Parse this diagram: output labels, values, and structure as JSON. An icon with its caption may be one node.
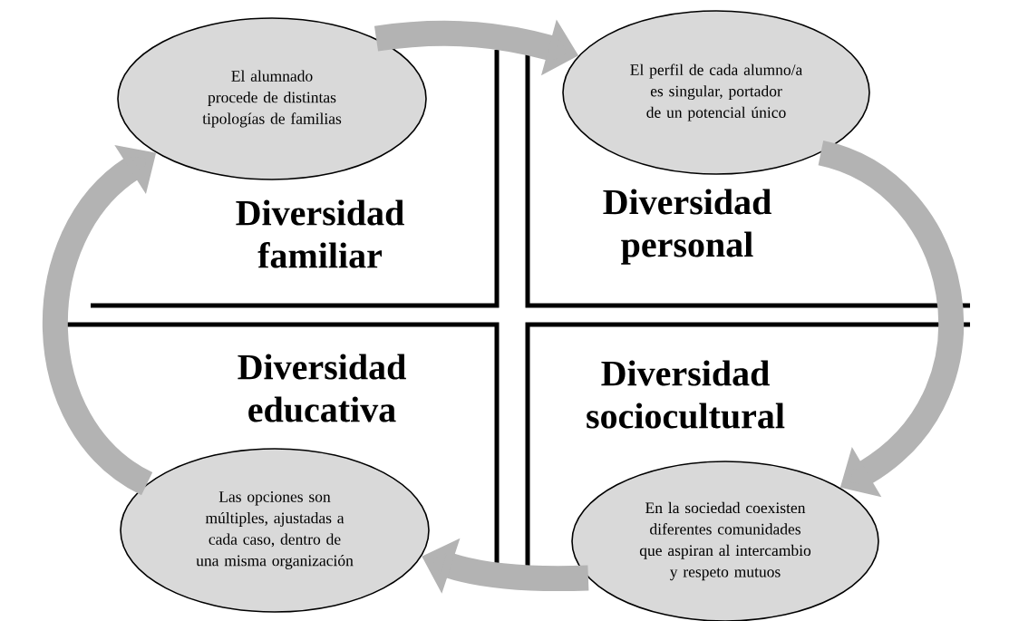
{
  "diagram": {
    "nodes": [
      {
        "text": [
          "El alumnado procede de distintas tipologías de familias"
        ]
      },
      {
        "text": [
          "El perfil de cada alumno/a es singular, portador de un potencial único"
        ]
      },
      {
        "text": [
          "Las opciones son múltiples, ajustadas a cada caso, dentro de una misma organización"
        ]
      },
      {
        "text": [
          "En la sociedad coexisten diferentes comunidades que aspiran al intercambio y respeto mutuos"
        ]
      }
    ],
    "edges": [
      {
        "from": 0,
        "to": 1,
        "arrow": "to"
      },
      {
        "from": 1,
        "to": 3,
        "arrow": "to"
      },
      {
        "from": 3,
        "to": 2,
        "arrow": "to"
      },
      {
        "from": 2,
        "to": 0,
        "arrow": "to"
      }
    ],
    "labels": [
      "Diversidad familiar",
      "Diversidad personal",
      "Diversidad educativa",
      "Diversidad sociocultural"
    ]
  }
}
